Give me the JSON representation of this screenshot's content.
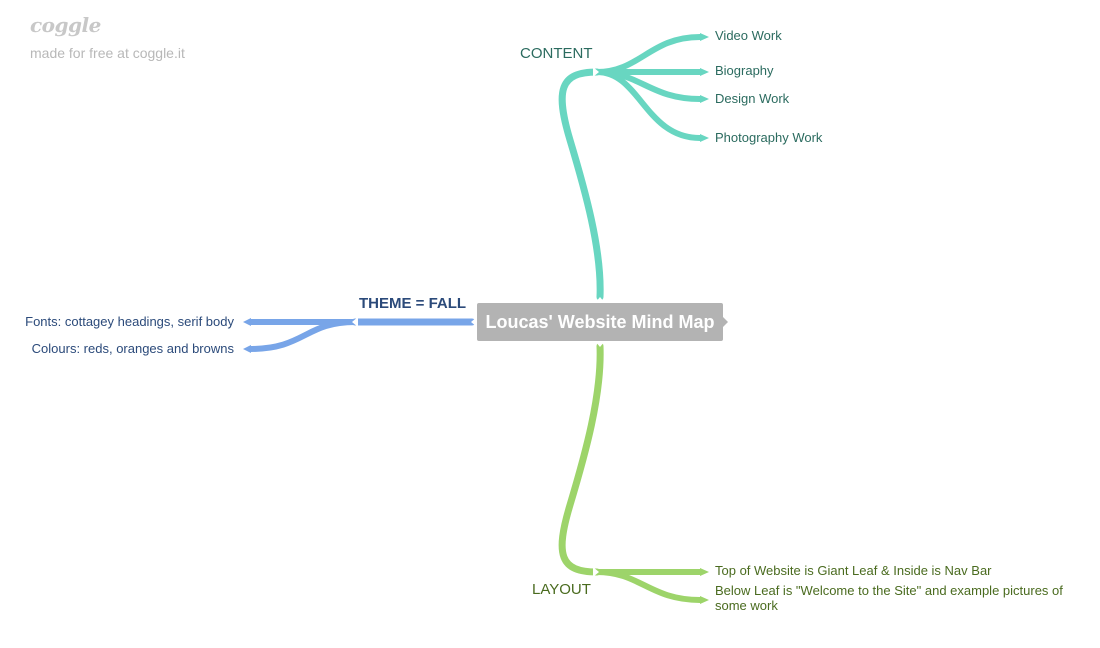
{
  "brand": {
    "logo": "coggle",
    "tagline": "made for free at coggle.it"
  },
  "colors": {
    "content_branch": "#68d6c1",
    "theme_branch": "#78a5e8",
    "layout_branch": "#9dd46a",
    "center_fill": "#b3b3b3"
  },
  "mindmap": {
    "center": "Loucas' Website Mind Map",
    "content": {
      "label": "CONTENT",
      "children": [
        "Video Work",
        "Biography",
        "Design Work",
        "Photography Work"
      ]
    },
    "theme": {
      "label": "THEME = FALL",
      "children": [
        "Fonts: cottagey headings, serif body",
        "Colours: reds, oranges and browns"
      ]
    },
    "layout": {
      "label": "LAYOUT",
      "children": [
        "Top of Website is Giant Leaf & Inside is Nav Bar",
        "Below Leaf is \"Welcome to the Site\" and example pictures of some work"
      ]
    }
  }
}
